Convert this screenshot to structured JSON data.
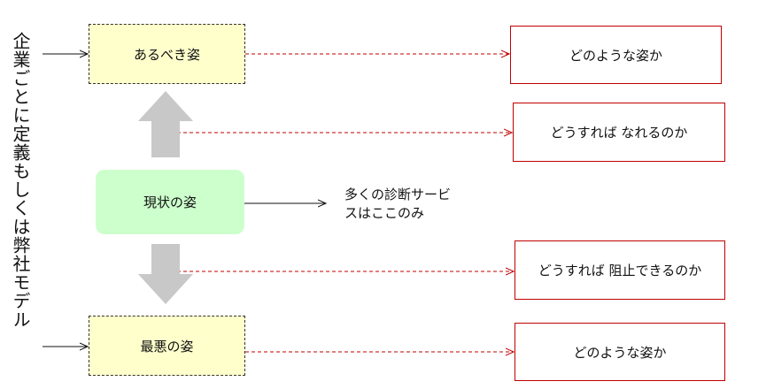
{
  "side_label": "企業ごとに定義もしくは弊社モデル",
  "ideal_state": "あるべき姿",
  "current_state": "現状の姿",
  "worst_state": "最悪の姿",
  "note": {
    "line1": "多くの診断サービ",
    "line2": "スはここのみ"
  },
  "questions": {
    "ideal_what": "どのような姿か",
    "how_become": "どうすれば なれるのか",
    "how_prevent": "どうすれば 阻止できるのか",
    "worst_what": "どのような姿か"
  },
  "colors": {
    "ideal_fill": "#ffffcc",
    "current_fill": "#ccffcc",
    "worst_fill": "#ffffcc",
    "question_border": "#c00000",
    "dashed_arrow": "#c00000",
    "block_arrow": "#c8c8c8"
  }
}
